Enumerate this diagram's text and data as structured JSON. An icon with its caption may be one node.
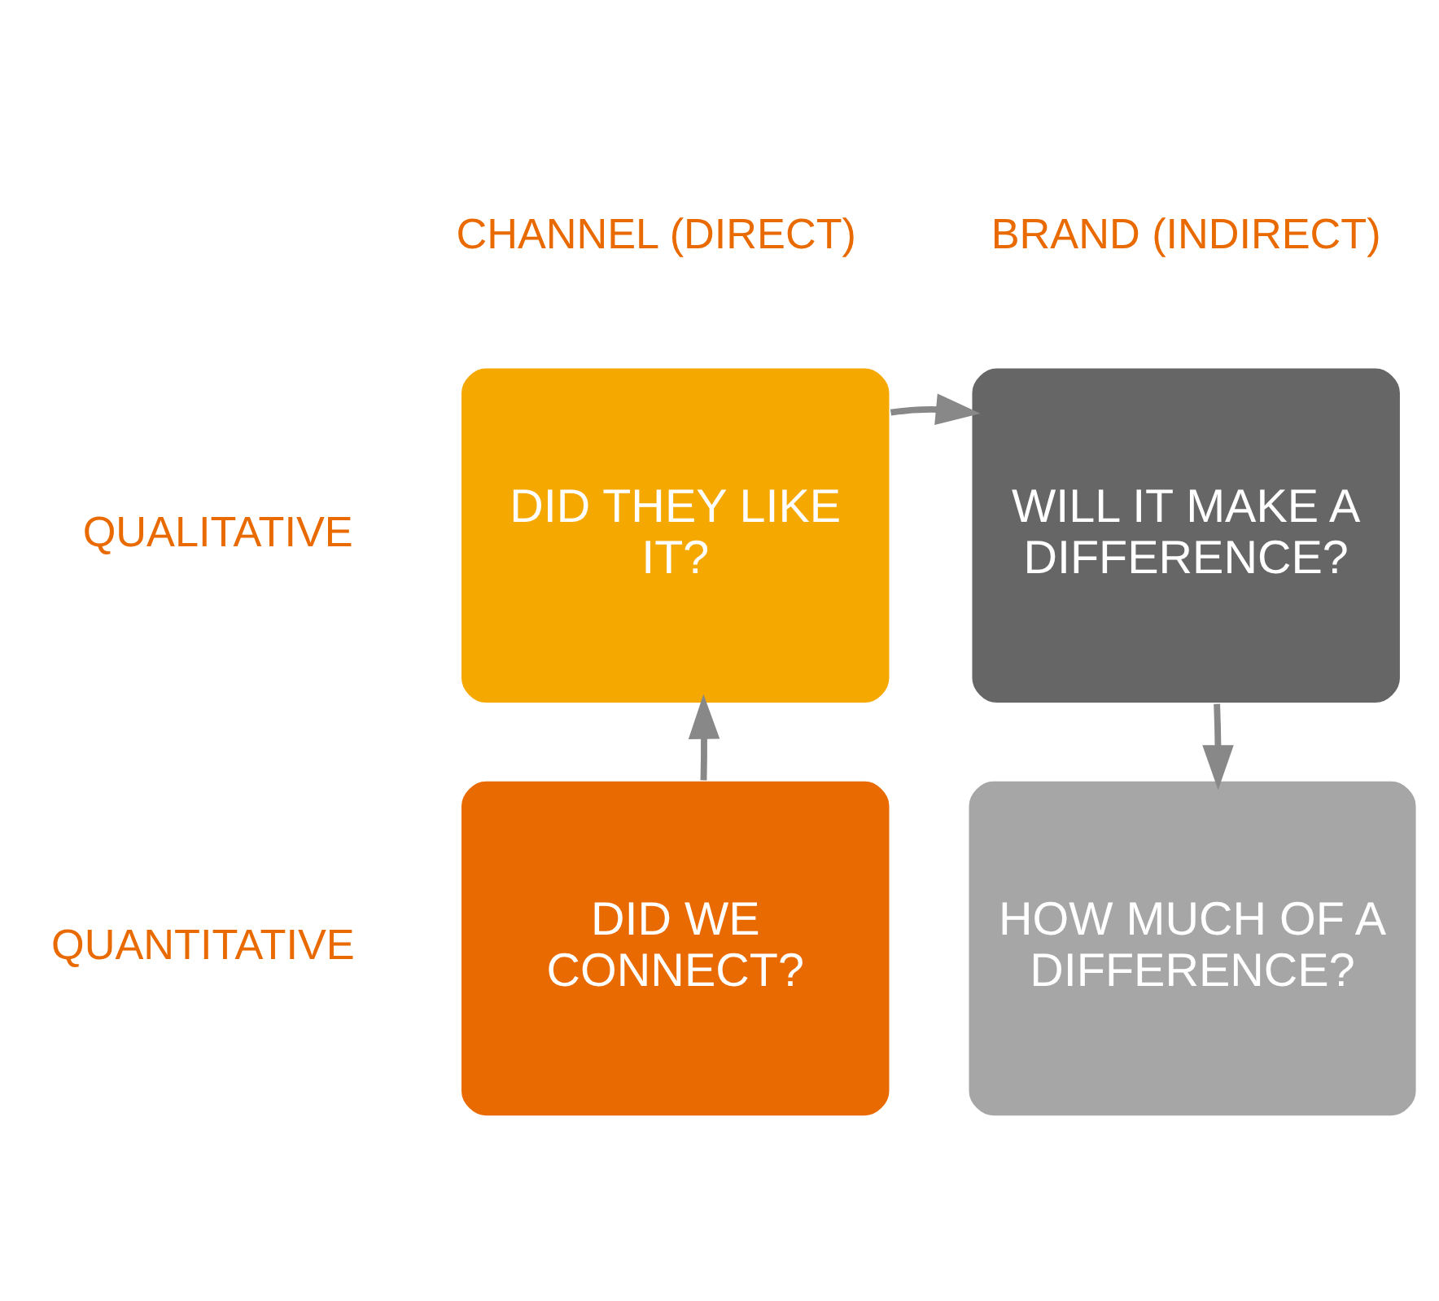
{
  "diagram": {
    "nodes": [
      {
        "text": [
          "DID THEY LIKE IT?"
        ]
      },
      {
        "text": [
          "WILL IT MAKE A DIFFERENCE?"
        ]
      },
      {
        "text": [
          "DID WE CONNECT?"
        ]
      },
      {
        "text": [
          "HOW MUCH OF A DIFFERENCE?"
        ]
      }
    ],
    "edges": [
      {
        "from": 2,
        "to": 0,
        "arrow": "to"
      },
      {
        "from": 0,
        "to": 1,
        "arrow": "to"
      },
      {
        "from": 1,
        "to": 3,
        "arrow": "to"
      }
    ],
    "labels": [
      "CHANNEL (DIRECT)",
      "BRAND (INDIRECT)",
      "QUALITATIVE",
      "QUANTITATIVE"
    ]
  }
}
